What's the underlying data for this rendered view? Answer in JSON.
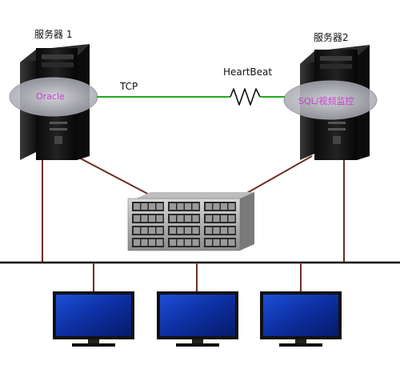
{
  "servers": [
    {
      "title": "服务器 1",
      "role": "Oracle"
    },
    {
      "title": "服务器2",
      "role": "SQL/视频监控"
    }
  ],
  "links": {
    "tcp_label": "TCP",
    "heartbeat_label": "HeartBeat"
  },
  "colors": {
    "link_line": "#22aa22",
    "heartbeat_zigzag": "#111111",
    "storage_cable": "#6b2e22",
    "network_bus": "#000000",
    "oval_fill": "#c8c8d0",
    "role_text": "#c040c8"
  },
  "devices": {
    "storage_icon": "disk-array-icon",
    "server_icon": "tower-server-icon",
    "client_icon": "monitor-icon"
  }
}
